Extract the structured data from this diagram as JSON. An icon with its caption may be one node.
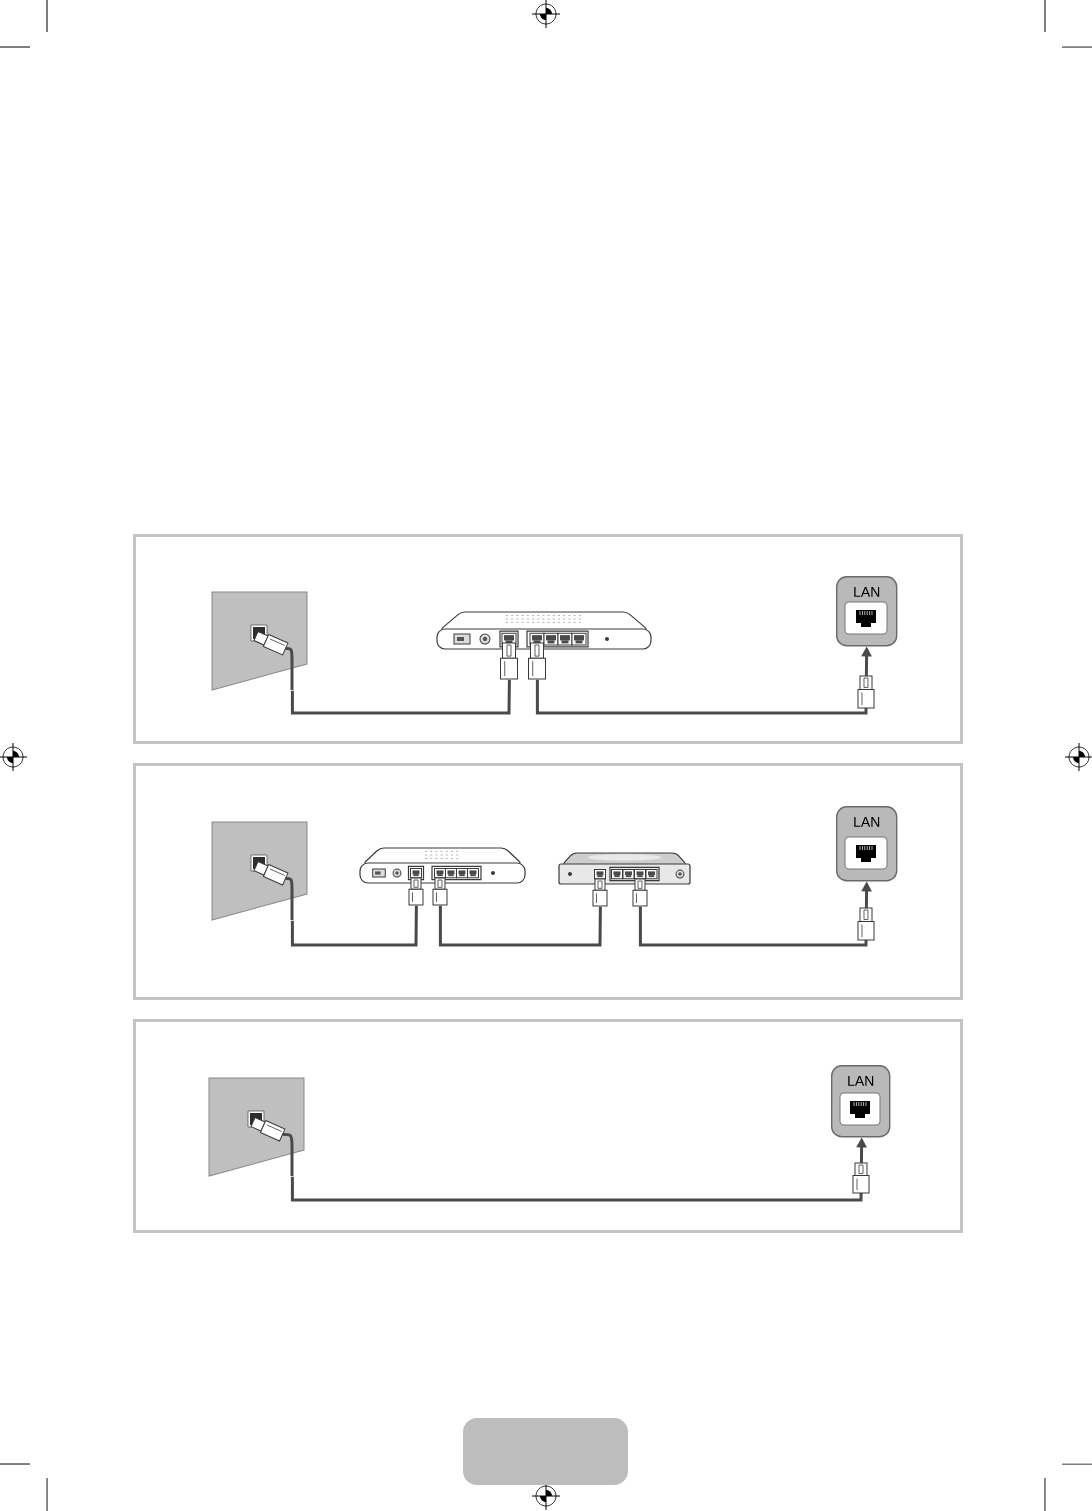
{
  "diagram": {
    "nodes": [
      {
        "text": [],
        "shape": "box"
      },
      {
        "text": [],
        "shape": "picture",
        "in": 0
      },
      {
        "text": [],
        "shape": "picture",
        "in": 0
      },
      {
        "text": [
          "LAN"
        ],
        "in": 0
      },
      {
        "text": [],
        "shape": "box"
      },
      {
        "text": [],
        "shape": "picture",
        "in": 4
      },
      {
        "text": [],
        "shape": "picture",
        "in": 4
      },
      {
        "text": [],
        "shape": "picture",
        "in": 4
      },
      {
        "text": [
          "LAN"
        ],
        "in": 4
      },
      {
        "text": [],
        "shape": "box"
      },
      {
        "text": [],
        "shape": "picture",
        "in": 9
      },
      {
        "text": [
          "LAN"
        ],
        "in": 9
      }
    ],
    "edges": [
      {
        "from": 1,
        "to": 2,
        "arrow": "none"
      },
      {
        "from": 2,
        "to": 3,
        "arrow": "to"
      },
      {
        "from": 5,
        "to": 6,
        "arrow": "none"
      },
      {
        "from": 6,
        "to": 7,
        "arrow": "none"
      },
      {
        "from": 7,
        "to": 8,
        "arrow": "to"
      },
      {
        "from": 10,
        "to": 11,
        "arrow": "to"
      }
    ]
  }
}
